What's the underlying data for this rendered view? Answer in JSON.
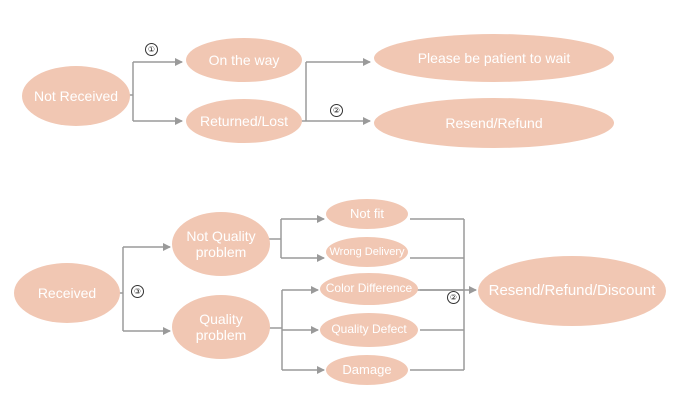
{
  "colors": {
    "node_fill": "#f1c7b3",
    "text": "#ffffff",
    "connector": "#9a9a9a"
  },
  "top": {
    "not_received": "Not Received",
    "on_the_way": "On the way",
    "returned_lost": "Returned/Lost",
    "patient_wait": "Please be patient to wait",
    "resend_refund": "Resend/Refund",
    "badge_1": "①",
    "badge_2": "②"
  },
  "bottom": {
    "received": "Received",
    "not_quality_problem": "Not Quality problem",
    "quality_problem": "Quality problem",
    "not_fit": "Not fit",
    "wrong_delivery": "Wrong Delivery",
    "color_difference": "Color Difference",
    "quality_defect": "Quality Defect",
    "damage": "Damage",
    "resend_refund_discount": "Resend/Refund/Discount",
    "badge_2": "②",
    "badge_3": "③"
  }
}
